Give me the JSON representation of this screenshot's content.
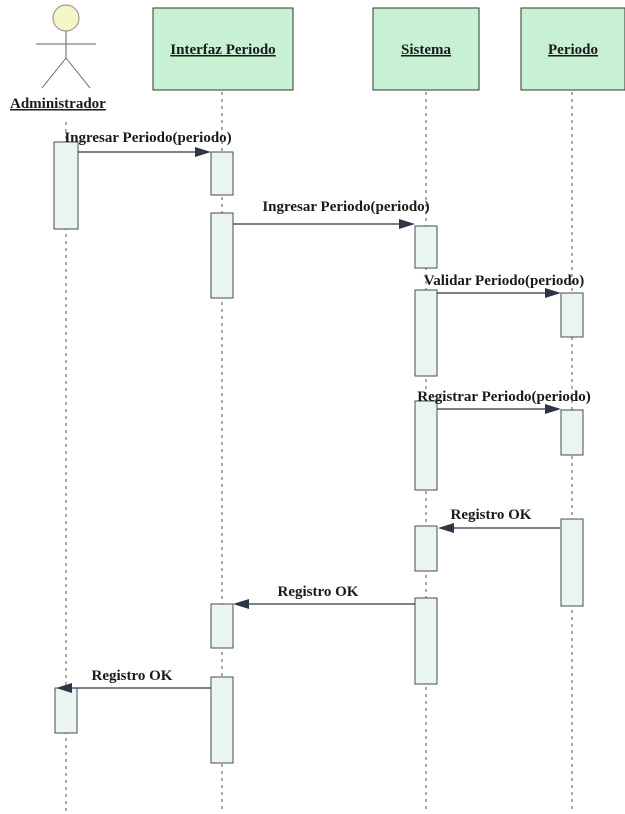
{
  "diagram": {
    "type": "sequence",
    "participants": [
      {
        "id": "admin",
        "label": "Administrador",
        "kind": "actor"
      },
      {
        "id": "ui",
        "label": "Interfaz Periodo",
        "kind": "object"
      },
      {
        "id": "sys",
        "label": "Sistema",
        "kind": "object"
      },
      {
        "id": "per",
        "label": "Periodo",
        "kind": "object"
      }
    ],
    "messages": [
      {
        "from": "admin",
        "to": "ui",
        "label": "Ingresar Periodo(periodo)"
      },
      {
        "from": "ui",
        "to": "sys",
        "label": "Ingresar Periodo(periodo)"
      },
      {
        "from": "sys",
        "to": "per",
        "label": "Validar Periodo(periodo)"
      },
      {
        "from": "sys",
        "to": "per",
        "label": "Registrar Periodo(periodo)"
      },
      {
        "from": "per",
        "to": "sys",
        "label": "Registro OK"
      },
      {
        "from": "sys",
        "to": "ui",
        "label": "Registro OK"
      },
      {
        "from": "ui",
        "to": "admin",
        "label": "Registro OK"
      }
    ],
    "colors": {
      "object_fill": "#c8f0d2",
      "activation_fill": "#eaf4f1",
      "actor_head_fill": "#f4f6c8",
      "arrow": "#2f3548"
    }
  }
}
